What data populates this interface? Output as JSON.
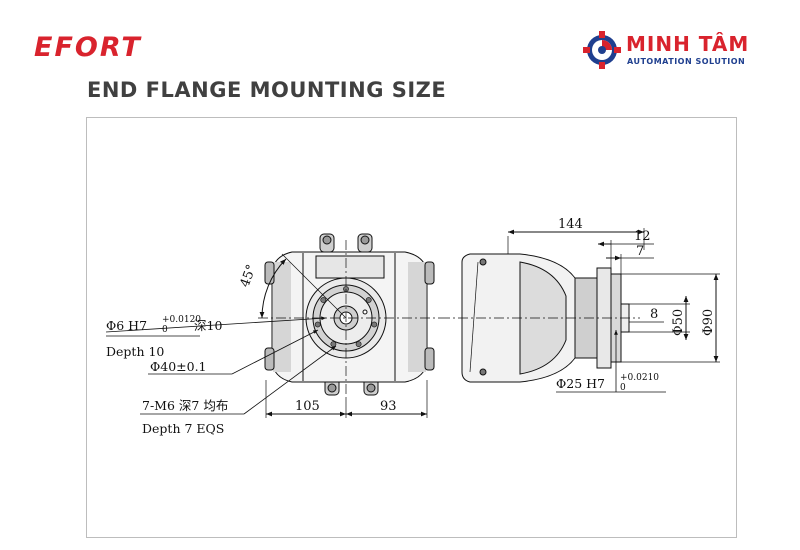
{
  "header": {
    "brand": "EFORT",
    "title": "END FLANGE MOUNTING SIZE",
    "partner_logo": {
      "name": "MINH TÂM",
      "tagline": "AUTOMATION SOLUTION"
    },
    "colors": {
      "brand_red": "#d9232d",
      "partner_blue": "#1f3f8f",
      "title_gray": "#404040"
    }
  },
  "drawing": {
    "front_view": {
      "angle": "45°",
      "pin_hole_base": "Φ6 H7",
      "pin_tol_upper": "+0.0120",
      "pin_tol_lower": "0",
      "pin_depth_cn": "深10",
      "pin_depth_en": "Depth 10",
      "pcd": "Φ40±0.1",
      "thread_cn": "7-M6 深7 均布",
      "thread_en": "Depth 7 EQS",
      "width_left": "105",
      "width_right": "93"
    },
    "side_view": {
      "length": "144",
      "flange_thickness": "12",
      "pilot_depth": "7",
      "bore_depth": "8",
      "bore_dia": "Φ50",
      "flange_dia": "Φ90",
      "spigot_base": "Φ25 H7",
      "spigot_tol_upper": "+0.0210",
      "spigot_tol_lower": "0"
    }
  }
}
